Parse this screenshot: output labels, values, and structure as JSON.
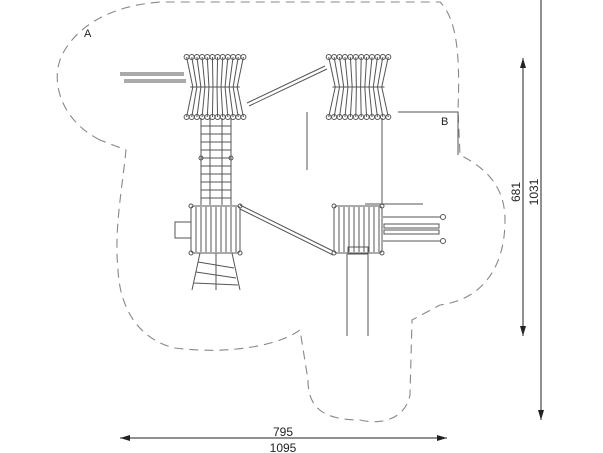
{
  "zones": {
    "a_label": "A",
    "b_label": "B"
  },
  "dimensions": {
    "width_inner": "795",
    "width_outer": "1095",
    "height_inner": "681",
    "height_outer": "1031"
  },
  "colors": {
    "line": "#555555",
    "dash": "#888888",
    "text": "#222222"
  }
}
